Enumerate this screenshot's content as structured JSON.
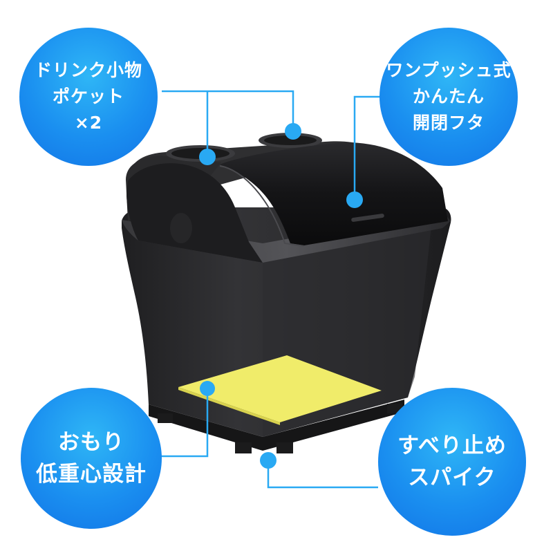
{
  "callouts": {
    "drink_pocket": {
      "line1": "ドリンク小物",
      "line2": "ポケット",
      "line3": "×2"
    },
    "lid": {
      "line1": "ワンプッシュ式",
      "line2": "かんたん",
      "line3": "開閉フタ"
    },
    "low_gravity": {
      "line1": "おもり",
      "line2": "低重心設計"
    },
    "spikes": {
      "line1": "すべり止め",
      "line2": "スパイク"
    }
  },
  "colors": {
    "bubble": "#1a8ff0",
    "leader_line": "#29a9f3",
    "product_body": "#2b2b2d",
    "weight_plate": "#f0ec6a"
  },
  "icons": [
    "car-storage-box-product",
    "leader-dot"
  ]
}
